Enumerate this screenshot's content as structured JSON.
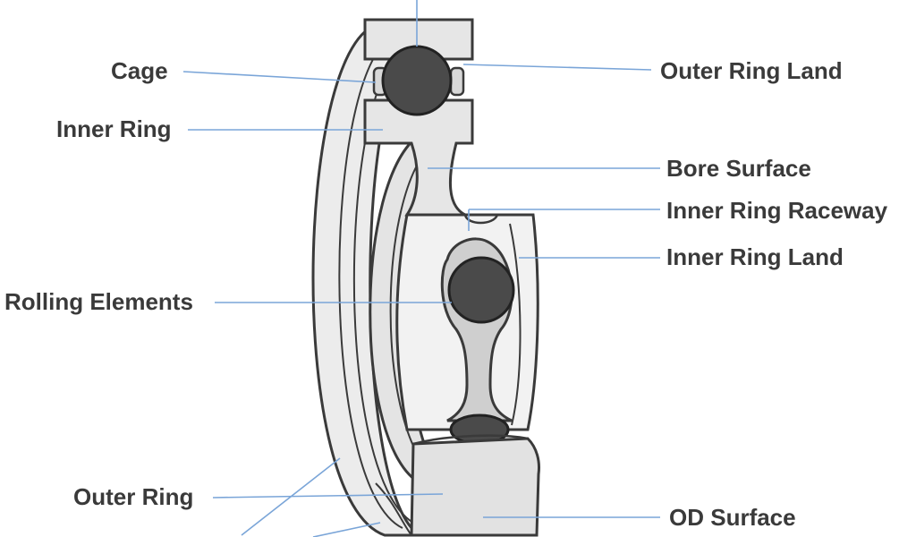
{
  "labels": {
    "cage": "Cage",
    "inner_ring_left": "Inner Ring",
    "rolling_elements": "Rolling Elements",
    "outer_ring": "Outer Ring",
    "outer_ring_land": "Outer Ring Land",
    "bore_surface": "Bore Surface",
    "inner_ring_raceway": "Inner Ring Raceway",
    "inner_ring_land": "Inner Ring Land",
    "od_surface": "OD Surface"
  },
  "colors": {
    "leader_line": "#7aa5d8",
    "ring_fill": "#ececec",
    "ring_stroke": "#3a3a3a",
    "ball_fill": "#4a4a4a",
    "label_text": "#3a3a3a"
  }
}
